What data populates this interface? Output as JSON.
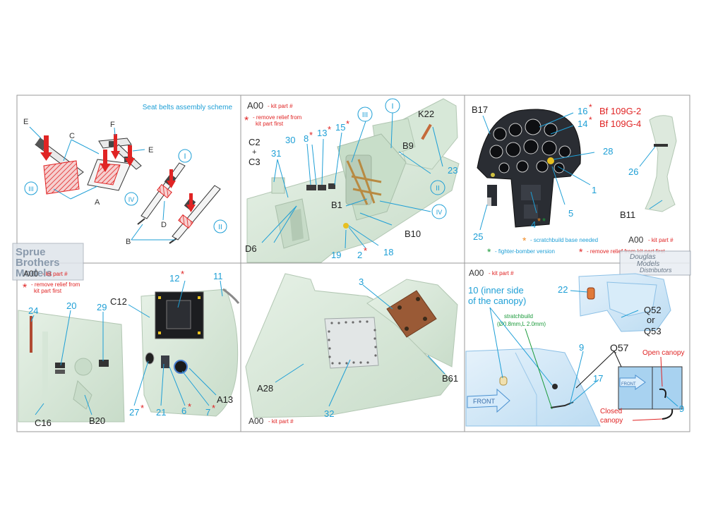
{
  "colors": {
    "callout": "#1e9fd6",
    "red": "#e02424",
    "green": "#1a9a3a",
    "orange": "#f08a24",
    "model": "#dfeee0",
    "model_shade": "#c3d8c4",
    "glass": "#cfe6f6",
    "glass_edge": "#8cc0e6",
    "panel_dark": "#2a2d33",
    "leather": "#9a5a36"
  },
  "panel1": {
    "title": "Seat belts assembly scheme",
    "letters": [
      "E",
      "F",
      "C",
      "E",
      "A",
      "B",
      "D"
    ],
    "romans": [
      "I",
      "II",
      "III",
      "IV"
    ]
  },
  "panel2": {
    "legend_code": "A00",
    "legend_text": "- kit part #",
    "remove_text": [
      "- remove relief from",
      "kit part first"
    ],
    "labels": {
      "c2": "C2",
      "plus": "+",
      "c3": "C3",
      "n31": "31",
      "n30": "30",
      "n8": "8",
      "n13": "13",
      "n15": "15",
      "k22": "K22",
      "b9": "B9",
      "n23": "23",
      "b1": "B1",
      "b10": "B10",
      "d6": "D6",
      "n19": "19",
      "n2": "2",
      "n18": "18"
    },
    "romans": [
      "I",
      "II",
      "III",
      "IV"
    ]
  },
  "panel3": {
    "labels": {
      "b17": "B17",
      "n16": "16",
      "n14": "14",
      "bf2": "Bf 109G-2",
      "bf4": "Bf 109G-4",
      "n28": "28",
      "n1": "1",
      "n4": "4",
      "n5": "5",
      "n25": "25",
      "n26": "26",
      "b11": "B11"
    },
    "scratch_note": "- scratchbuild base needed",
    "legend_code": "A00",
    "legend_text": "- kit part #",
    "fighter_note": "- fighter-bomber version",
    "remove_note": "- remove relief from kit part first",
    "watermark": [
      "Douglas",
      "Models",
      "Distributors"
    ]
  },
  "panel4": {
    "legend_code": "A00",
    "legend_text": "- kit part #",
    "remove_text": [
      "- remove relief from",
      "kit part first"
    ],
    "labels": {
      "c12": "C12",
      "n12": "12",
      "n11": "11",
      "n24": "24",
      "n20": "20",
      "n29": "29",
      "c16": "C16",
      "b20": "B20",
      "n27": "27",
      "n21": "21",
      "n6": "6",
      "n7": "7",
      "a13": "A13"
    },
    "watermark": [
      "Sprue",
      "Brothers",
      "Models"
    ]
  },
  "panel5": {
    "labels": {
      "n3": "3",
      "a28": "A28",
      "n32": "32",
      "b61": "B61"
    },
    "legend_code": "A00",
    "legend_text": "- kit part #"
  },
  "panel6": {
    "legend_code": "A00",
    "legend_text": "- kit part #",
    "inner_note": [
      "10 (inner side",
      "of the canopy)"
    ],
    "stretch_note": [
      "stratchbuild",
      "(Ø0.8mm,L 2.0mm)"
    ],
    "labels": {
      "n22": "22",
      "q52": "Q52",
      "or": "or",
      "q53": "Q53",
      "n9a": "9",
      "q57": "Q57",
      "n17": "17",
      "n9b": "9",
      "front": "FRONT",
      "front_small": "FRONT"
    },
    "open_canopy": "Open canopy",
    "closed_canopy": [
      "Closed",
      "canopy"
    ]
  }
}
